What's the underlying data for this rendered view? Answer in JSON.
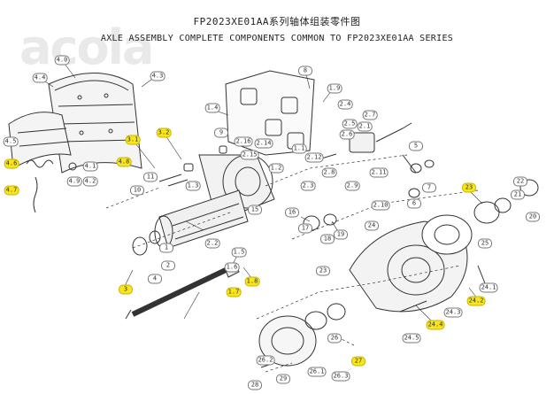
{
  "title_cn": "FP2023XE01AA系列轴体组装零件图",
  "title_en": "AXLE ASSEMBLY COMPLETE COMPONENTS COMMON TO FP2023XE01AA SERIES",
  "watermark": "acola",
  "colors": {
    "highlight": "#f7e51e",
    "line": "#333333"
  },
  "callouts": [
    {
      "id": "c1",
      "text": "4.0"
    },
    {
      "id": "c2",
      "text": "4.4"
    },
    {
      "id": "c3",
      "text": "4.3"
    },
    {
      "id": "c4",
      "text": "4.5"
    },
    {
      "id": "c5",
      "text": "4.6",
      "hl": true
    },
    {
      "id": "c6",
      "text": "4.8",
      "hl": true
    },
    {
      "id": "c7",
      "text": "4.9"
    },
    {
      "id": "c8",
      "text": "4.7",
      "hl": true
    },
    {
      "id": "c9",
      "text": "4.1"
    },
    {
      "id": "c10",
      "text": "4.2"
    },
    {
      "id": "c11",
      "text": "3.1",
      "hl": true
    },
    {
      "id": "c12",
      "text": "3.2",
      "hl": true
    },
    {
      "id": "c13",
      "text": "9"
    },
    {
      "id": "c14",
      "text": "11"
    },
    {
      "id": "c15",
      "text": "10"
    },
    {
      "id": "c16",
      "text": "1.4"
    },
    {
      "id": "c17",
      "text": "8"
    },
    {
      "id": "c18",
      "text": "1.9"
    },
    {
      "id": "c19",
      "text": "2.16"
    },
    {
      "id": "c20",
      "text": "2.14"
    },
    {
      "id": "c21",
      "text": "2.15"
    },
    {
      "id": "c22",
      "text": "1.2"
    },
    {
      "id": "c23",
      "text": "1.1"
    },
    {
      "id": "c24",
      "text": "2.4"
    },
    {
      "id": "c25",
      "text": "2.5"
    },
    {
      "id": "c26",
      "text": "2.6"
    },
    {
      "id": "c27",
      "text": "2.7"
    },
    {
      "id": "c28",
      "text": "2.1"
    },
    {
      "id": "c29",
      "text": "2.8"
    },
    {
      "id": "c30",
      "text": "2.9"
    },
    {
      "id": "c31",
      "text": "2.10"
    },
    {
      "id": "c32",
      "text": "2.11"
    },
    {
      "id": "c33",
      "text": "2.12"
    },
    {
      "id": "c34",
      "text": "2.3"
    },
    {
      "id": "c35",
      "text": "7"
    },
    {
      "id": "c36",
      "text": "5"
    },
    {
      "id": "c37",
      "text": "6"
    },
    {
      "id": "c38",
      "text": "1.3"
    },
    {
      "id": "c39",
      "text": "2.2"
    },
    {
      "id": "c40",
      "text": "1"
    },
    {
      "id": "c41",
      "text": "2"
    },
    {
      "id": "c42",
      "text": "3",
      "hl": true
    },
    {
      "id": "c43",
      "text": "4"
    },
    {
      "id": "c44",
      "text": "1.5"
    },
    {
      "id": "c45",
      "text": "1.6"
    },
    {
      "id": "c46",
      "text": "1.7",
      "hl": true
    },
    {
      "id": "c47",
      "text": "1.8",
      "hl": true
    },
    {
      "id": "c48",
      "text": "15"
    },
    {
      "id": "c49",
      "text": "16"
    },
    {
      "id": "c50",
      "text": "17"
    },
    {
      "id": "c51",
      "text": "18"
    },
    {
      "id": "c52",
      "text": "19"
    },
    {
      "id": "c53",
      "text": "22"
    },
    {
      "id": "c54",
      "text": "21"
    },
    {
      "id": "c55",
      "text": "20"
    },
    {
      "id": "c56",
      "text": "23",
      "hl": true
    },
    {
      "id": "c57",
      "text": "25"
    },
    {
      "id": "c58",
      "text": "24"
    },
    {
      "id": "c59",
      "text": "24.1"
    },
    {
      "id": "c60",
      "text": "24.2",
      "hl": true
    },
    {
      "id": "c61",
      "text": "24.3"
    },
    {
      "id": "c62",
      "text": "24.4",
      "hl": true
    },
    {
      "id": "c63",
      "text": "24.5"
    },
    {
      "id": "c64",
      "text": "23"
    },
    {
      "id": "c65",
      "text": "27",
      "hl": true
    },
    {
      "id": "c66",
      "text": "26"
    },
    {
      "id": "c67",
      "text": "26.1"
    },
    {
      "id": "c68",
      "text": "29"
    },
    {
      "id": "c69",
      "text": "28"
    },
    {
      "id": "c70",
      "text": "26.3"
    },
    {
      "id": "c71",
      "text": "26.2"
    }
  ]
}
